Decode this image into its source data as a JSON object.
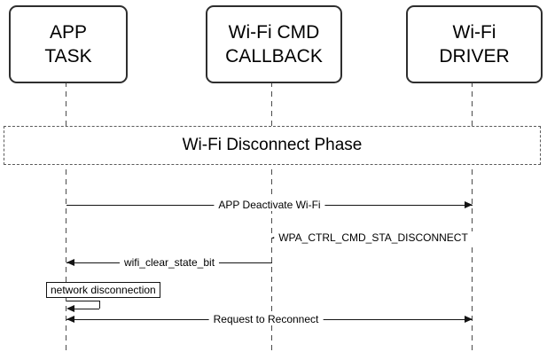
{
  "actors": [
    {
      "id": "app-task",
      "lines": [
        "APP",
        "TASK"
      ]
    },
    {
      "id": "wifi-cmd-callback",
      "lines": [
        "Wi-Fi CMD",
        "CALLBACK"
      ]
    },
    {
      "id": "wifi-driver",
      "lines": [
        "Wi-Fi",
        "DRIVER"
      ]
    }
  ],
  "phase": {
    "label": "Wi-Fi Disconnect Phase"
  },
  "messages": [
    {
      "label": "APP Deactivate Wi-Fi",
      "from": "app-task",
      "to": "wifi-driver",
      "arrow": "right"
    },
    {
      "label": "WPA_CTRL_CMD_STA_DISCONNECT",
      "from": "wifi-driver",
      "to": "wifi-cmd-callback",
      "arrow": "left"
    },
    {
      "label": "wifi_clear_state_bit",
      "from": "wifi-cmd-callback",
      "to": "app-task",
      "arrow": "left"
    },
    {
      "label": "network disconnection",
      "from": "app-task",
      "to": "app-task",
      "arrow": "self"
    },
    {
      "label": "Request to Reconnect",
      "from": "app-task",
      "to": "wifi-driver",
      "arrow": "both"
    }
  ],
  "colors": {
    "line": "#141414",
    "lifeline": "#4a4a4a",
    "background": "#ffffff"
  }
}
